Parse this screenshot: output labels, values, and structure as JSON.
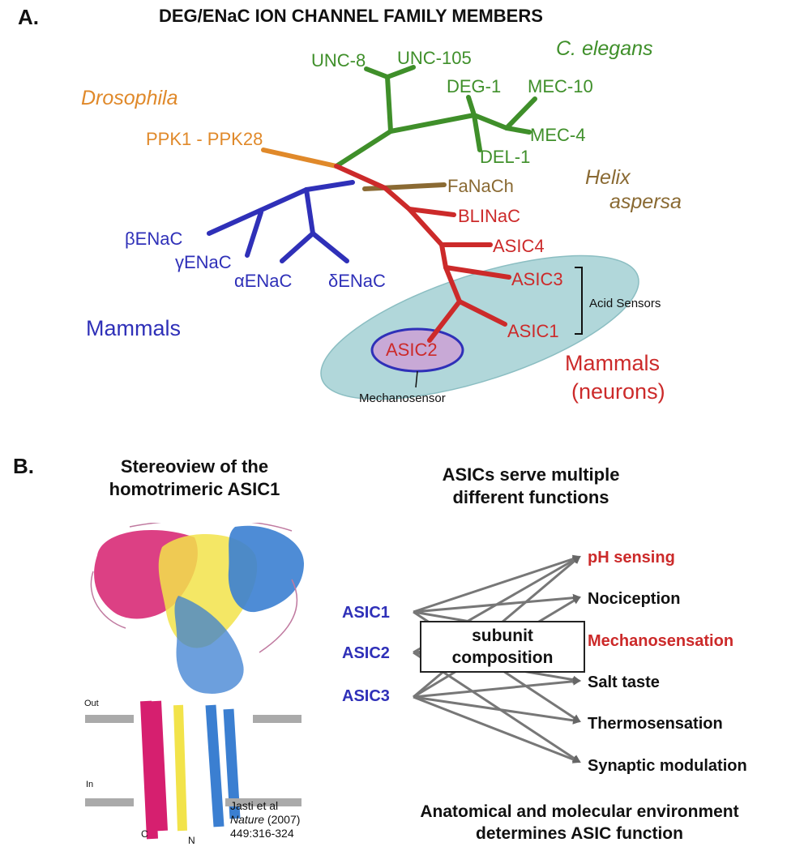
{
  "panel_a": {
    "letter": "A.",
    "title": "DEG/ENaC ION CHANNEL FAMILY MEMBERS",
    "groups": {
      "c_elegans": "C. elegans",
      "drosophila": "Drosophila",
      "helix_1": "Helix",
      "helix_2": "aspersa",
      "mammals_blue": "Mammals",
      "mammals_red_1": "Mammals",
      "mammals_red_2": "(neurons)"
    },
    "leaves": {
      "unc8": "UNC-8",
      "unc105": "UNC-105",
      "deg1": "DEG-1",
      "mec10": "MEC-10",
      "mec4": "MEC-4",
      "del1": "DEL-1",
      "ppk": "PPK1 - PPK28",
      "fanach": "FaNaCh",
      "blinac": "BLINaC",
      "asic4": "ASIC4",
      "asic3": "ASIC3",
      "asic1": "ASIC1",
      "asic2": "ASIC2",
      "benac": "βENaC",
      "genac": "γENaC",
      "aenac": "αENaC",
      "denac": "δENaC"
    },
    "annotations": {
      "acid_sensors": "Acid Sensors",
      "mechanosensor": "Mechanosensor"
    },
    "colors": {
      "green": "#3f8f2a",
      "orange": "#e0892a",
      "brown": "#8a6a33",
      "blue": "#2f30b8",
      "red": "#cc2a2a",
      "ellipse": "#a9d3d6"
    }
  },
  "panel_b": {
    "letter": "B.",
    "left_title_1": "Stereoview of the",
    "left_title_2": "homotrimeric ASIC1",
    "right_title_1": "ASICs serve multiple",
    "right_title_2": "different functions",
    "membrane_out": "Out",
    "membrane_in": "In",
    "terminus_c": "C",
    "terminus_n": "N",
    "citation_1": "Jasti et al",
    "citation_2_italic": "Nature",
    "citation_2_rest": " (2007)",
    "citation_3": "449:316-324",
    "subunits": [
      "ASIC1",
      "ASIC2",
      "ASIC3"
    ],
    "box_1": "subunit",
    "box_2": "composition",
    "functions": [
      {
        "label": "pH sensing",
        "color": "#cc2a2a"
      },
      {
        "label": "Nociception",
        "color": "#111111"
      },
      {
        "label": "Mechanosensation",
        "color": "#cc2a2a"
      },
      {
        "label": "Salt taste",
        "color": "#111111"
      },
      {
        "label": "Thermosensation",
        "color": "#111111"
      },
      {
        "label": "Synaptic modulation",
        "color": "#111111"
      }
    ],
    "bottom_1": "Anatomical and molecular environment",
    "bottom_2": "determines ASIC function"
  }
}
